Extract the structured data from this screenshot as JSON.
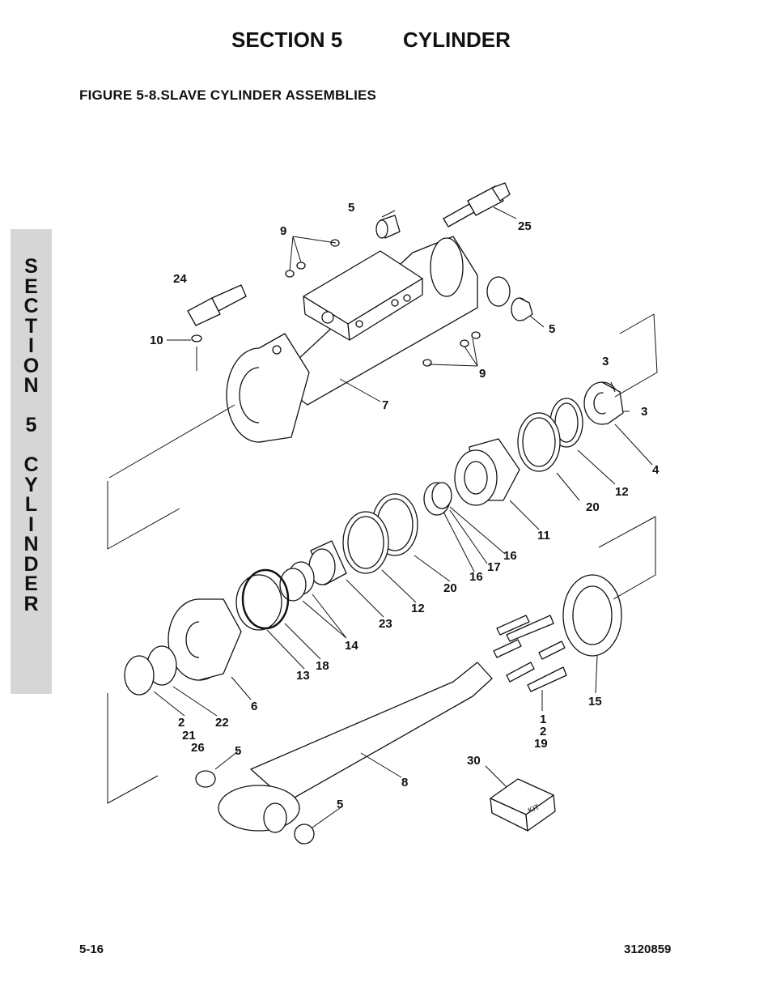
{
  "header": {
    "section": "SECTION 5",
    "name": "CYLINDER"
  },
  "figure_title": "FIGURE 5-8.SLAVE CYLINDER ASSEMBLIES",
  "side_tab": {
    "letters": [
      "S",
      "E",
      "C",
      "T",
      "I",
      "O",
      "N",
      "",
      "5",
      "",
      "C",
      "Y",
      "L",
      "I",
      "N",
      "D",
      "E",
      "R"
    ]
  },
  "callouts": [
    "5",
    "25",
    "9",
    "24",
    "10",
    "5",
    "9",
    "7",
    "3",
    "3",
    "4",
    "12",
    "20",
    "11",
    "16",
    "17",
    "16",
    "20",
    "12",
    "23",
    "14",
    "18",
    "13",
    "6",
    "2",
    "22",
    "21",
    "26",
    "5",
    "8",
    "5",
    "15",
    "1",
    "2",
    "19",
    "30"
  ],
  "kit_label": "KIT",
  "footer": {
    "page": "5-16",
    "doc_number": "3120859"
  }
}
